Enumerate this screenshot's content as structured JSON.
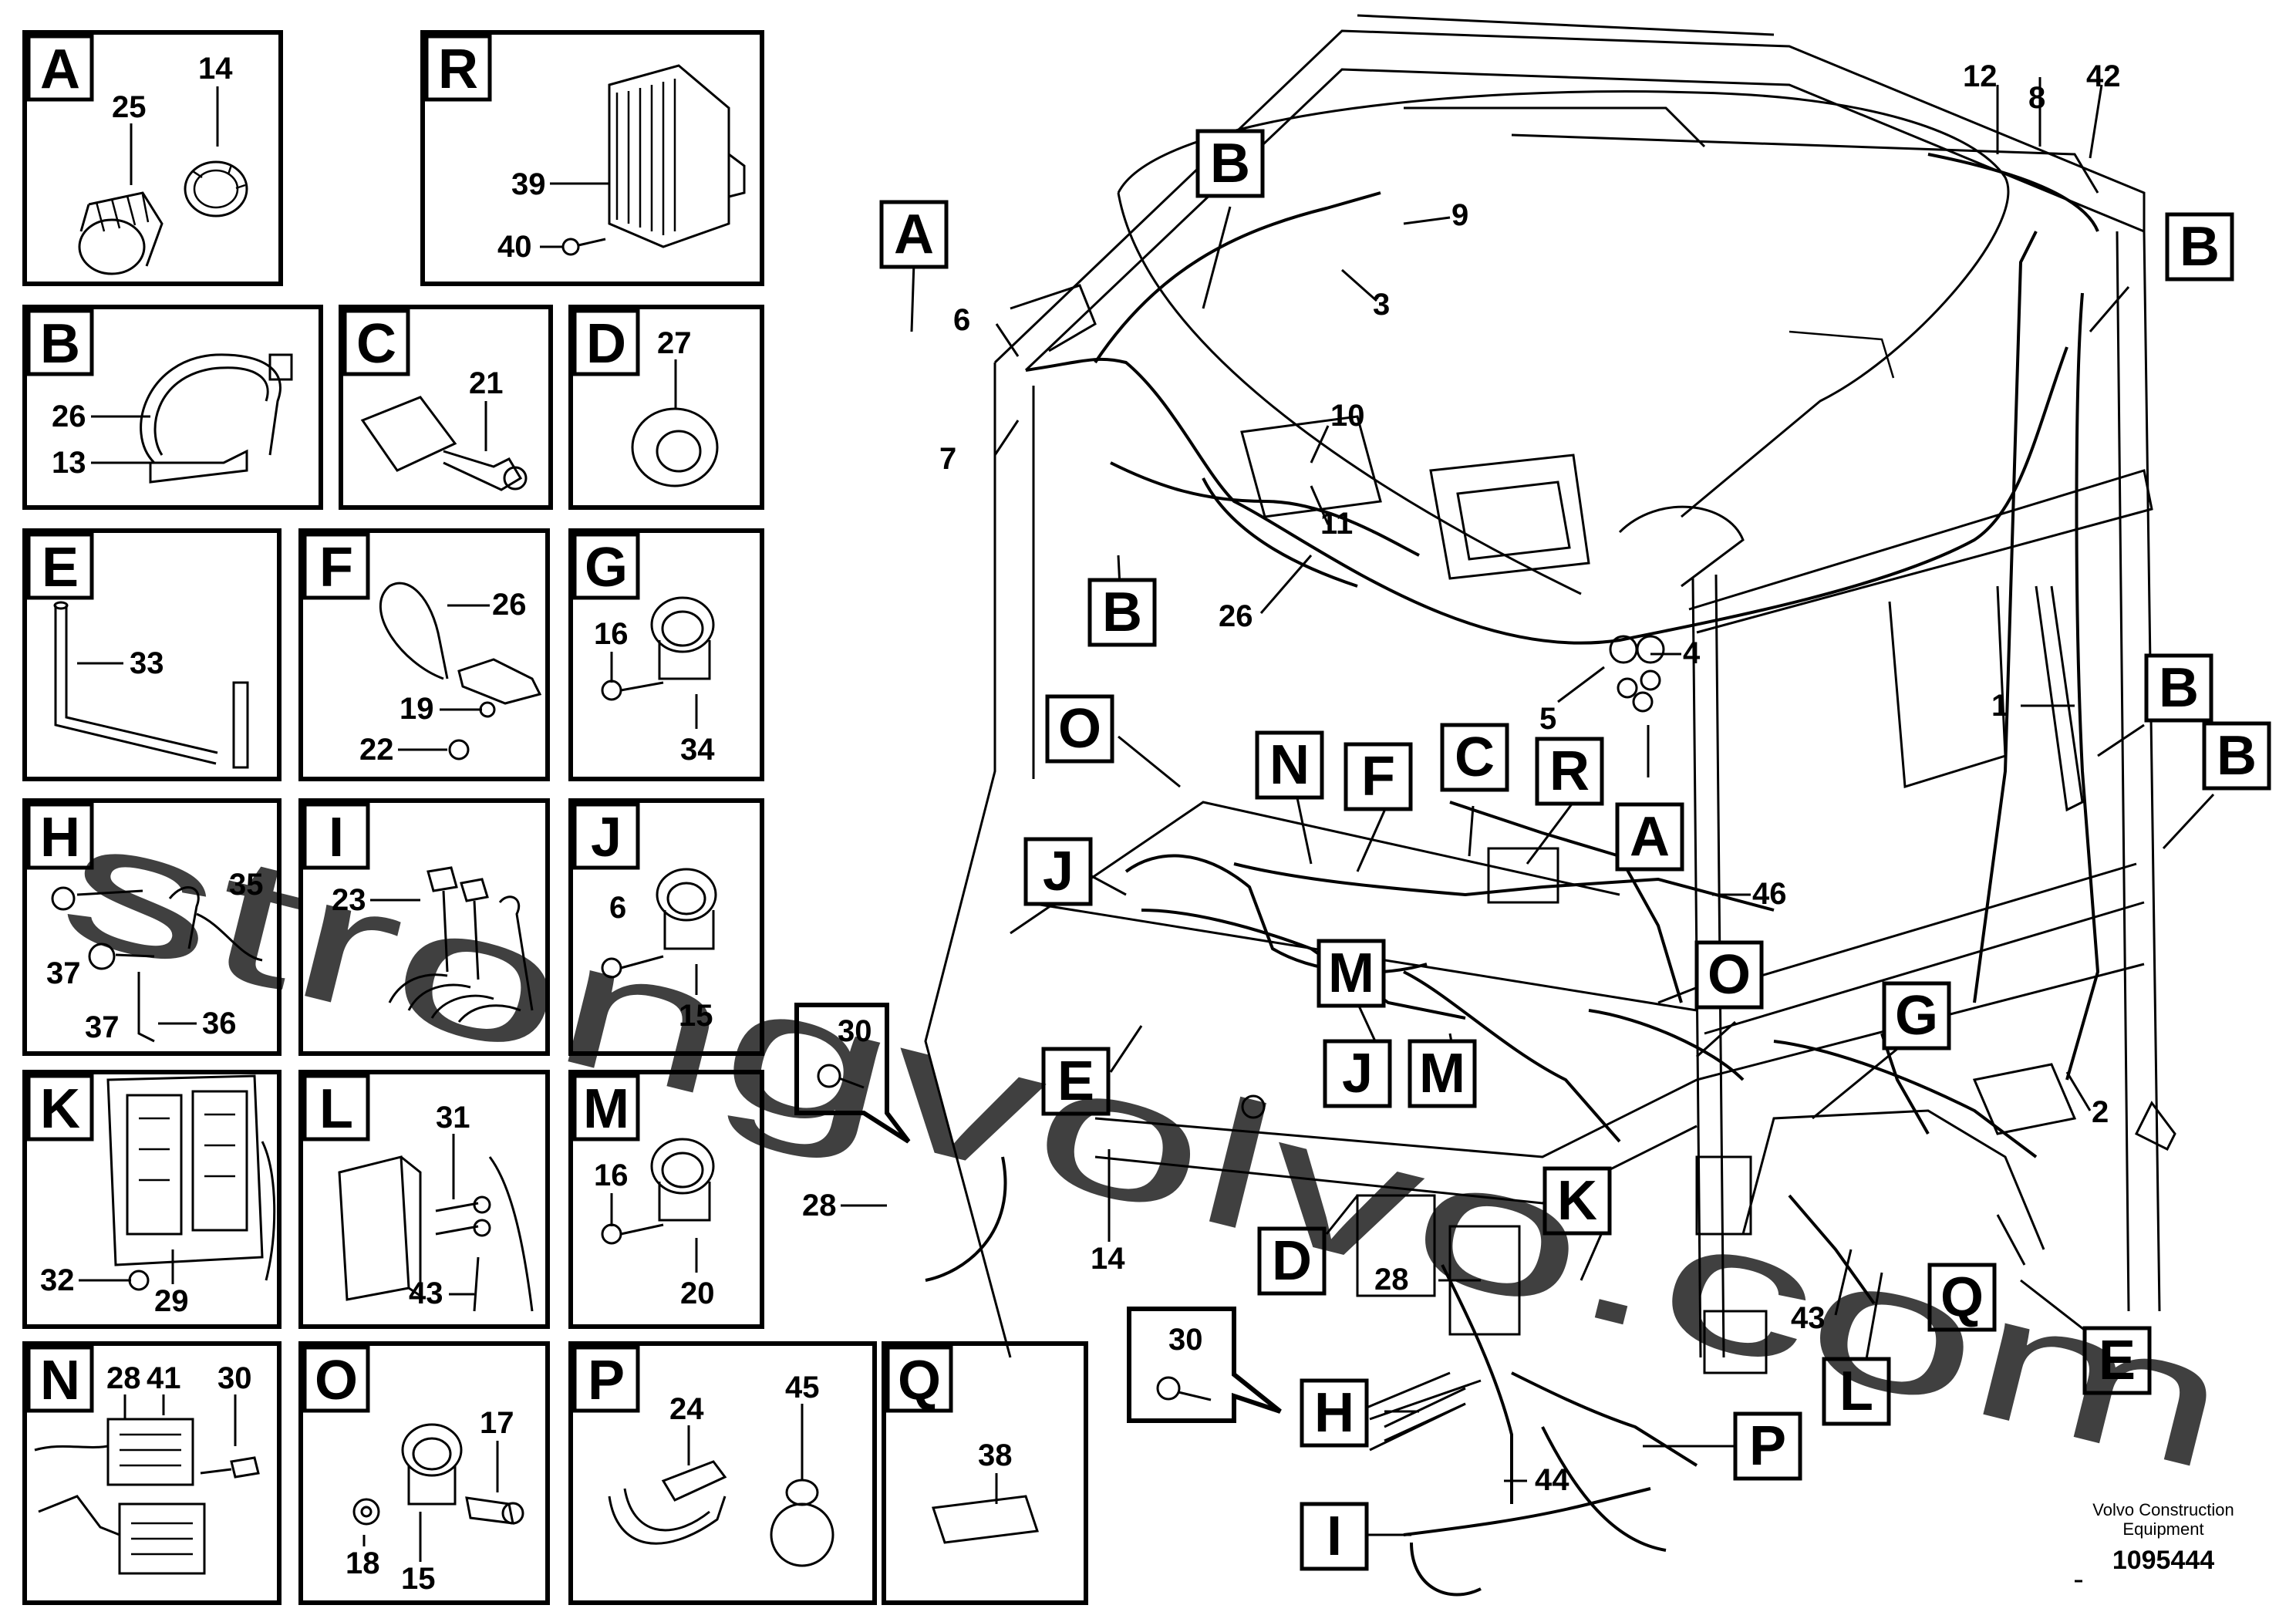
{
  "panels": {
    "A": {
      "letter": "A",
      "parts": [
        "25",
        "14"
      ]
    },
    "R": {
      "letter": "R",
      "parts": [
        "39",
        "40"
      ]
    },
    "B": {
      "letter": "B",
      "parts": [
        "26",
        "13"
      ]
    },
    "C": {
      "letter": "C",
      "parts": [
        "21"
      ]
    },
    "D": {
      "letter": "D",
      "parts": [
        "27"
      ]
    },
    "E": {
      "letter": "E",
      "parts": [
        "33"
      ]
    },
    "F": {
      "letter": "F",
      "parts": [
        "26",
        "19",
        "22"
      ]
    },
    "G": {
      "letter": "G",
      "parts": [
        "16",
        "34"
      ]
    },
    "H": {
      "letter": "H",
      "parts": [
        "35",
        "37",
        "37",
        "36"
      ]
    },
    "I": {
      "letter": "I",
      "parts": [
        "23"
      ]
    },
    "J": {
      "letter": "J",
      "parts": [
        "6",
        "15"
      ]
    },
    "K": {
      "letter": "K",
      "parts": [
        "32",
        "29"
      ]
    },
    "L": {
      "letter": "L",
      "parts": [
        "31",
        "43"
      ]
    },
    "M": {
      "letter": "M",
      "parts": [
        "16",
        "20"
      ]
    },
    "N": {
      "letter": "N",
      "parts": [
        "28",
        "41",
        "30"
      ]
    },
    "O": {
      "letter": "O",
      "parts": [
        "17",
        "18",
        "15"
      ]
    },
    "P": {
      "letter": "P",
      "parts": [
        "24",
        "45"
      ]
    },
    "Q": {
      "letter": "Q",
      "parts": [
        "38"
      ]
    }
  },
  "main": {
    "numbers": {
      "n12": "12",
      "n8": "8",
      "n42": "42",
      "n9": "9",
      "n3": "3",
      "n6": "6",
      "n7": "7",
      "n10": "10",
      "n11": "11",
      "n26": "26",
      "n4": "4",
      "n5": "5",
      "n1": "1",
      "n46": "46",
      "n2": "2",
      "n14": "14",
      "n30a": "30",
      "n28a": "28",
      "n28b": "28",
      "n30b": "30",
      "n43": "43",
      "n44": "44"
    },
    "callouts": {
      "cB1": "B",
      "cA1": "A",
      "cB2": "B",
      "cB3": "B",
      "cB4": "B",
      "cB5": "B",
      "cO1": "O",
      "cN": "N",
      "cF": "F",
      "cC": "C",
      "cR": "R",
      "cA2": "A",
      "cJ1": "J",
      "cM1": "M",
      "cJ2": "J",
      "cM2": "M",
      "cO2": "O",
      "cE1": "E",
      "cG": "G",
      "cK": "K",
      "cD": "D",
      "cH": "H",
      "cI": "I",
      "cP": "P",
      "cL": "L",
      "cQ": "Q",
      "cE2": "E"
    }
  },
  "watermark": "strongvolvo.com",
  "credit": [
    "Volvo Construction",
    "Equipment"
  ],
  "drawing_number": "1095444"
}
